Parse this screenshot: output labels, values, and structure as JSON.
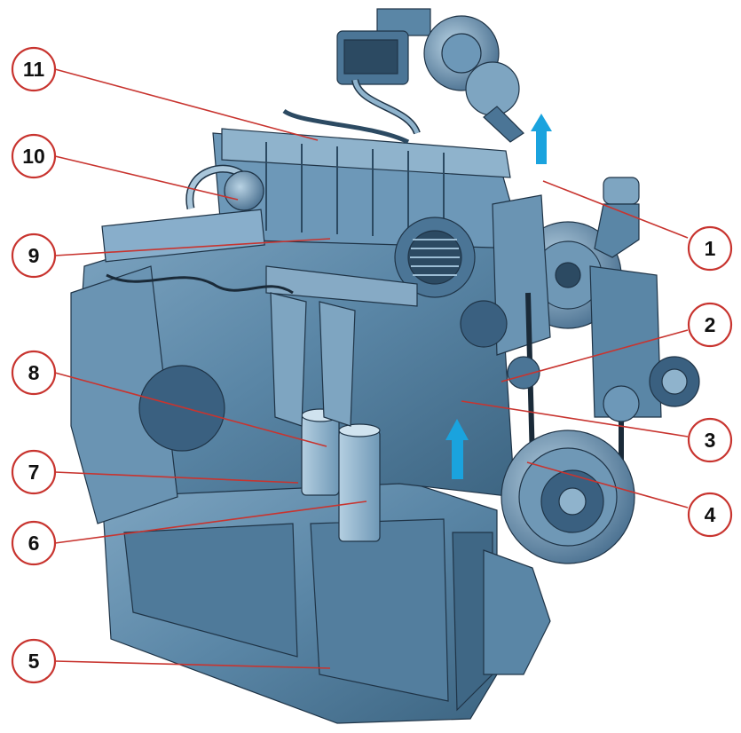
{
  "callouts": [
    {
      "id": "c1",
      "label": "1"
    },
    {
      "id": "c2",
      "label": "2"
    },
    {
      "id": "c3",
      "label": "3"
    },
    {
      "id": "c4",
      "label": "4"
    },
    {
      "id": "c5",
      "label": "5"
    },
    {
      "id": "c6",
      "label": "6"
    },
    {
      "id": "c7",
      "label": "7"
    },
    {
      "id": "c8",
      "label": "8"
    },
    {
      "id": "c9",
      "label": "9"
    },
    {
      "id": "c10",
      "label": "10"
    },
    {
      "id": "c11",
      "label": "11"
    }
  ],
  "colors": {
    "engine_body": "#5e8bab",
    "engine_dark": "#2f4f66",
    "engine_light": "#a9c6da",
    "callout_ring": "#c8342f",
    "leader_line": "#c8342f",
    "flow_arrow": "#1aa3de"
  },
  "icons": [
    "diesel-engine-illustration",
    "flow-arrow-up"
  ]
}
